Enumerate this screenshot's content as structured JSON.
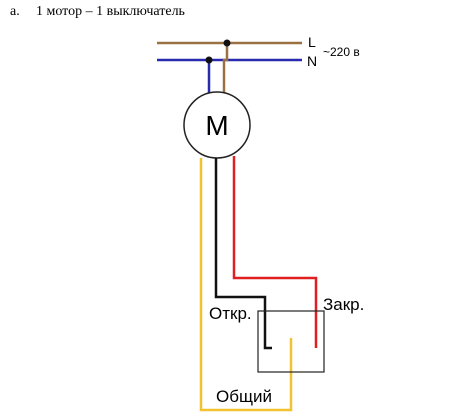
{
  "caption": {
    "marker": "a.",
    "text": "1 мотор – 1 выключатель"
  },
  "diagram": {
    "line_label": "L",
    "neutral_label": "N",
    "voltage_label": "~220 в",
    "motor_label": "M",
    "open_label": "Откр.",
    "close_label": "Закр.",
    "common_label": "Общий"
  },
  "colors": {
    "line": "#9b7042",
    "neutral": "#2a2ab0",
    "wire_yellow": "#f2c230",
    "wire_red": "#e02020",
    "wire_black": "#111111",
    "outline": "#222222"
  }
}
